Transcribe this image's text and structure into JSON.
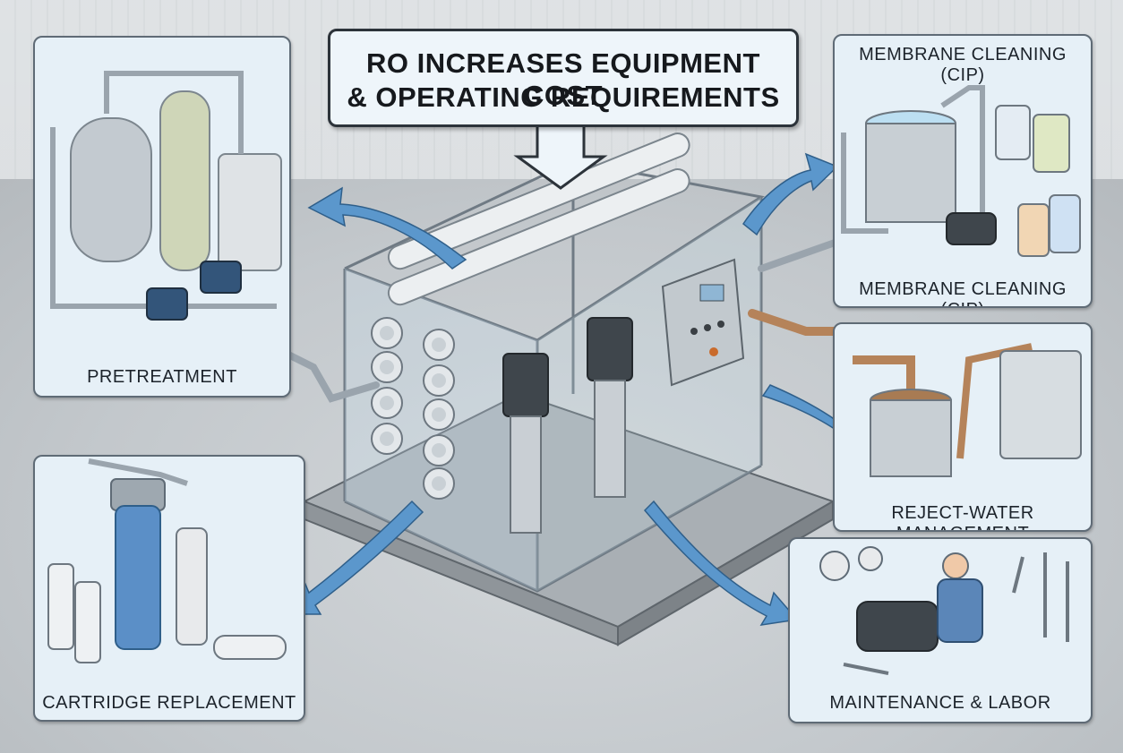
{
  "title": {
    "line1": "RO INCREASES EQUIPMENT COST",
    "line2": "& OPERATING REQUIREMENTS"
  },
  "panels": {
    "pretreatment": "PRETREATMENT",
    "cip_top": "MEMBRANE CLEANING (CIP)",
    "cip_bottom": "MEMBRANE CLEANING (CIP)",
    "reject": "REJECT-WATER MANAGEMENT",
    "cartridge": "CARTRIDGE REPLACEMENT",
    "maintenance": "MAINTENANCE & LABOR"
  },
  "colors": {
    "panel_fill": "#e6f0f7",
    "arrow_blue": "#5b97cc",
    "pipe_steel": "#b8c0c7",
    "reject_brown": "#b5835a"
  }
}
